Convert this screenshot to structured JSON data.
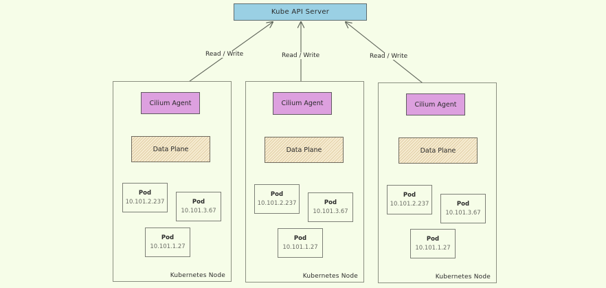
{
  "diagram": {
    "api_server": {
      "label": "Kube API Server",
      "color": "#9ad0e4"
    },
    "connection_label": "Read / Write",
    "colors": {
      "background": "#f6fde8",
      "agent": "#dda0df",
      "data_plane": "#f6ecd2",
      "stroke": "#5d6358"
    },
    "nodes": [
      {
        "label": "Kubernetes Node",
        "agent": "Cilium Agent",
        "data_plane": "Data Plane",
        "pods": [
          {
            "title": "Pod",
            "ip": "10.101.2.237"
          },
          {
            "title": "Pod",
            "ip": "10.101.3.67"
          },
          {
            "title": "Pod",
            "ip": "10.101.1.27"
          }
        ]
      },
      {
        "label": "Kubernetes Node",
        "agent": "Cilium Agent",
        "data_plane": "Data Plane",
        "pods": [
          {
            "title": "Pod",
            "ip": "10.101.2.237"
          },
          {
            "title": "Pod",
            "ip": "10.101.3.67"
          },
          {
            "title": "Pod",
            "ip": "10.101.1.27"
          }
        ]
      },
      {
        "label": "Kubernetes Node",
        "agent": "Cilium Agent",
        "data_plane": "Data Plane",
        "pods": [
          {
            "title": "Pod",
            "ip": "10.101.2.237"
          },
          {
            "title": "Pod",
            "ip": "10.101.3.67"
          },
          {
            "title": "Pod",
            "ip": "10.101.1.27"
          }
        ]
      }
    ]
  }
}
